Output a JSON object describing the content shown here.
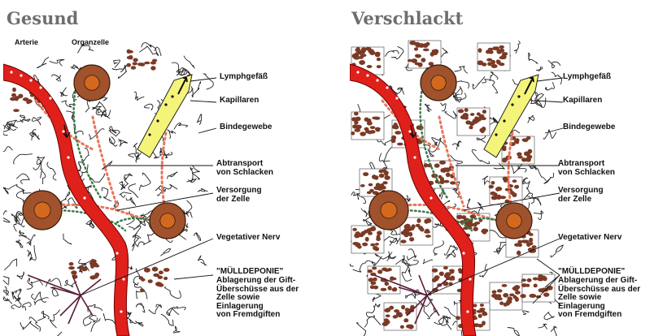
{
  "panels": [
    {
      "title": "Gesund",
      "state": "healthy",
      "labels": {
        "arterie": "Arterie",
        "organzelle": "Organzelle",
        "lymph": "Lymphgefäß",
        "kapillaren": "Kapillaren",
        "bindegewebe": "Bindegewebe",
        "abtransport": "Abtransport\nvon Schlacken",
        "versorgung": "Versorgung\nder Zelle",
        "nerv": "Vegetativer Nerv",
        "muell_title": "\"MÜLLDEPONIE\"",
        "muell_text": "Ablagerung der Gift-\nÜberschüsse aus der\nZelle sowie\nEinlagerung\nvon Fremdgiften"
      }
    },
    {
      "title": "Verschlackt",
      "state": "clogged",
      "labels": {
        "lymph": "Lymphgefäß",
        "kapillaren": "Kapillaren",
        "bindegewebe": "Bindegewebe",
        "abtransport": "Abtransport\nvon Schlacken",
        "versorgung": "Versorgung\nder Zelle",
        "nerv": "Vegetativer Nerv",
        "muell_title": "\"MÜLLDEPONIE\"",
        "muell_text": "Ablagerung der Gift-\nÜberschüsse aus der\nZelle sowie\nEinlagerung\nvon Fremdgiften"
      }
    }
  ],
  "colors": {
    "artery": "#e0201b",
    "cell_fill": "#a0522d",
    "cell_nucleus": "#d2691e",
    "lymph": "#f4f47a",
    "capillary_dots": "#e8765a",
    "green_dots": "#3c7a4a",
    "nerve": "#5a1a3a",
    "sludge": "#7b3a25",
    "title": "#6e6e6e"
  }
}
